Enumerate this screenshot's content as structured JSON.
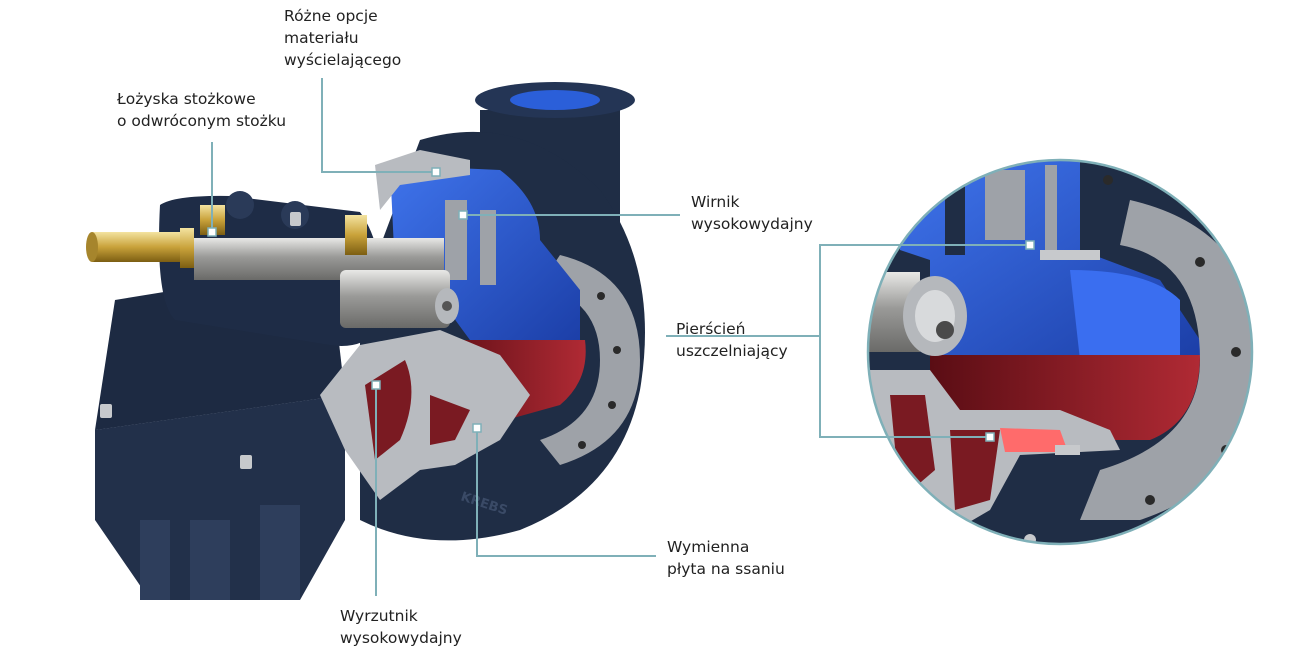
{
  "callouts": {
    "liner": {
      "lines": [
        "Różne opcje",
        "materiału",
        "wyścielającego"
      ]
    },
    "bearing": {
      "lines": [
        "Łożyska stożkowe",
        "o odwróconym stożku"
      ]
    },
    "impeller": {
      "lines": [
        "Wirnik",
        "wysokowydajny"
      ]
    },
    "ring": {
      "lines": [
        "Pierścień",
        "uszczelniający"
      ]
    },
    "plate": {
      "lines": [
        "Wymienna",
        "płyta na ssaniu"
      ]
    },
    "throat": {
      "lines": [
        "Wyrzutnik",
        "wysokowydajny"
      ]
    }
  },
  "casing_marking": "KREBS",
  "colors": {
    "leader": "#7fb0b8",
    "casing": "#1f2d45",
    "liner": "#2b5fd9",
    "liner_red": "#8a1a24",
    "steel": "#bfc2c6",
    "brass": "#c9a23a"
  }
}
